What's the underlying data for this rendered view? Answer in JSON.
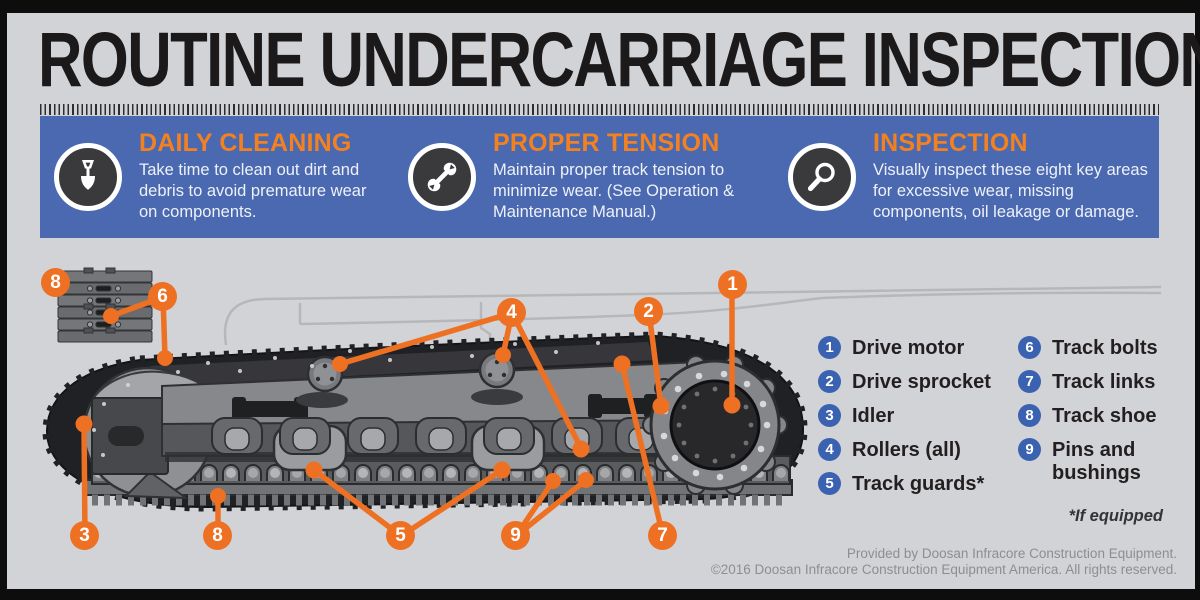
{
  "title": "ROUTINE UNDERCARRIAGE INSPECTION",
  "banner": {
    "sections": [
      {
        "icon": "shovel-icon",
        "heading": "DAILY CLEANING",
        "body": "Take time to clean out dirt and debris to avoid premature wear on components."
      },
      {
        "icon": "wrench-icon",
        "heading": "PROPER TENSION",
        "body": "Maintain proper track tension to minimize wear. (See Operation & Maintenance Manual.)"
      },
      {
        "icon": "magnifying-glass-icon",
        "heading": "INSPECTION",
        "body": "Visually inspect these eight key areas for excessive wear, missing components, oil leakage or damage."
      }
    ]
  },
  "callouts": [
    {
      "number": "1"
    },
    {
      "number": "2"
    },
    {
      "number": "3"
    },
    {
      "number": "4"
    },
    {
      "number": "5"
    },
    {
      "number": "6"
    },
    {
      "number": "7"
    },
    {
      "number": "8"
    },
    {
      "number": "8"
    },
    {
      "number": "9"
    }
  ],
  "legend": {
    "items": [
      {
        "number": "1",
        "label": "Drive motor"
      },
      {
        "number": "2",
        "label": "Drive sprocket"
      },
      {
        "number": "3",
        "label": "Idler"
      },
      {
        "number": "4",
        "label": "Rollers (all)"
      },
      {
        "number": "5",
        "label": "Track guards*"
      },
      {
        "number": "6",
        "label": "Track bolts"
      },
      {
        "number": "7",
        "label": "Track links"
      },
      {
        "number": "8",
        "label": "Track shoe"
      },
      {
        "number": "9",
        "label": "Pins and bushings"
      }
    ]
  },
  "footnote": "*If equipped",
  "footer": {
    "line1": "Provided by Doosan Infracore Construction Equipment.",
    "line2": "©2016 Doosan Infracore Construction Equipment America. All rights reserved."
  },
  "colors": {
    "accent_orange": "#ee7023",
    "heading_orange": "#f48120",
    "banner_blue": "#4a69b1",
    "legend_blue": "#3b62b0",
    "background_gray": "#d2d3d6",
    "frame_black": "#0d0d0e"
  }
}
